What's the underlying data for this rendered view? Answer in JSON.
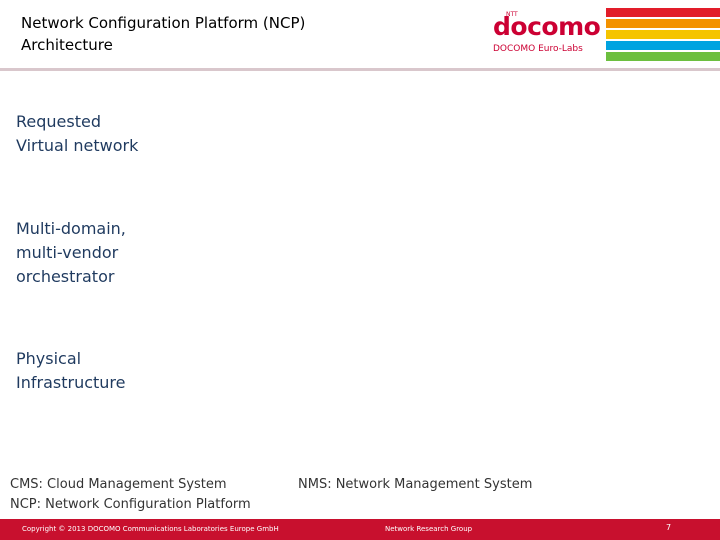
{
  "header": {
    "title_line1": "Network Configuration Platform (NCP)",
    "title_line2": "Architecture"
  },
  "logo": {
    "ntt": "NTT",
    "word": "docomo",
    "subtitle": "DOCOMO Euro-Labs",
    "stripe_colors": [
      "#e21d2a",
      "#f39200",
      "#f5c400",
      "#00a3e0",
      "#6cbf3f"
    ],
    "brand_color": "#cc0033"
  },
  "layers": {
    "requested": {
      "line1": "Requested",
      "line2": "Virtual network"
    },
    "orchestrator": {
      "line1": "Multi-domain,",
      "line2": "multi-vendor",
      "line3": "orchestrator"
    },
    "physical": {
      "line1": "Physical",
      "line2": "Infrastructure"
    }
  },
  "legend": {
    "cms": "CMS: Cloud Management System",
    "ncp": "NCP: Network Configuration Platform",
    "nms": "NMS: Network Management System"
  },
  "footer": {
    "copyright": "Copyright © 2013 DOCOMO Communications Laboratories Europe GmbH",
    "group": "Network Research Group",
    "page": "7",
    "bar_color": "#c8102e"
  }
}
